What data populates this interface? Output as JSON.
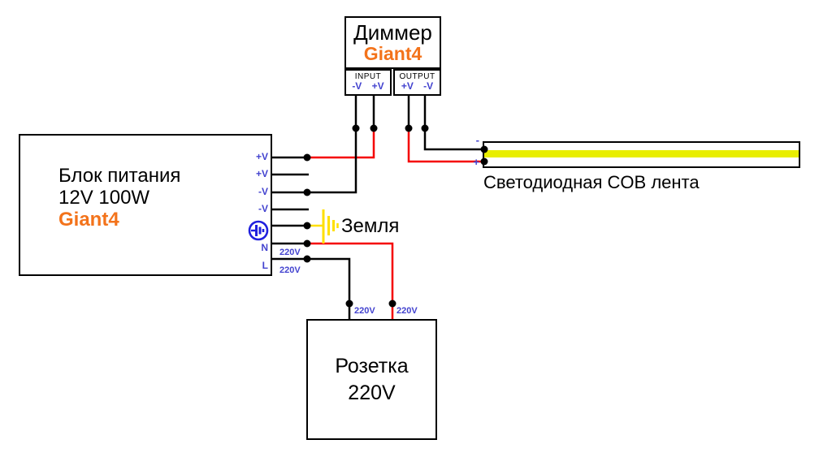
{
  "colors": {
    "wire_black": "#000000",
    "wire_red": "#F50000",
    "ground_yellow": "#FFE000",
    "led_stripe_yellow": "#E8EE00",
    "label_blue": "#4343CF",
    "ground_circle_blue": "#2020DD",
    "brand_orange": "#F3731B"
  },
  "dimmer": {
    "title": "Диммер",
    "brand": "Giant4",
    "input_label": "INPUT",
    "input_pins": "-V +V",
    "output_label": "OUTPUT",
    "output_pins": "+V -V"
  },
  "psu": {
    "line1": "Блок питания",
    "line2": "12V 100W",
    "brand": "Giant4",
    "terminals": [
      "+V",
      "+V",
      "-V",
      "-V",
      "N",
      "L"
    ],
    "n_wire_label": "220V",
    "l_wire_label": "220V"
  },
  "ground_label": "Земля",
  "socket": {
    "line1": "Розетка",
    "line2": "220V",
    "left_wire_label": "220V",
    "right_wire_label": "220V"
  },
  "led_strip": {
    "caption": "Светодиодная COB лента",
    "minus_pin": "-",
    "plus_pin": "+"
  }
}
